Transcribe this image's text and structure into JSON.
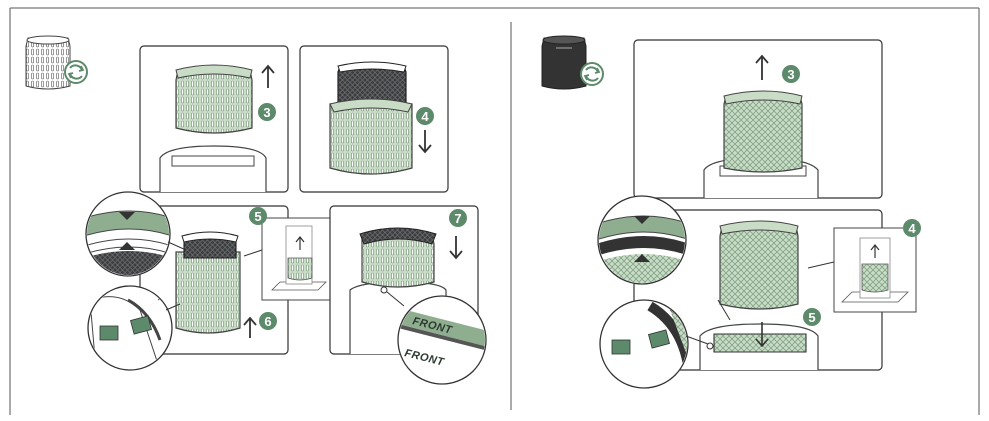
{
  "colors": {
    "accent": "#5e8a6c",
    "filter_green": "#c9dcc6",
    "filter_green_dark": "#8fae8f",
    "filter_dark": "#3b3d40",
    "line": "#3c3c3c",
    "panel_border": "#333333"
  },
  "icons": {
    "left_header": "white-cylindrical-filter-swap-icon",
    "right_header": "dark-filter-swap-icon",
    "arrow": "arrow-icon"
  },
  "steps": {
    "left_3": "3",
    "left_4": "4",
    "left_5": "5",
    "left_6": "6",
    "left_7": "7",
    "right_3": "3",
    "right_4": "4",
    "right_5": "5"
  },
  "labels": {
    "front_top": "FRONT",
    "front_bottom": "FRONT"
  }
}
